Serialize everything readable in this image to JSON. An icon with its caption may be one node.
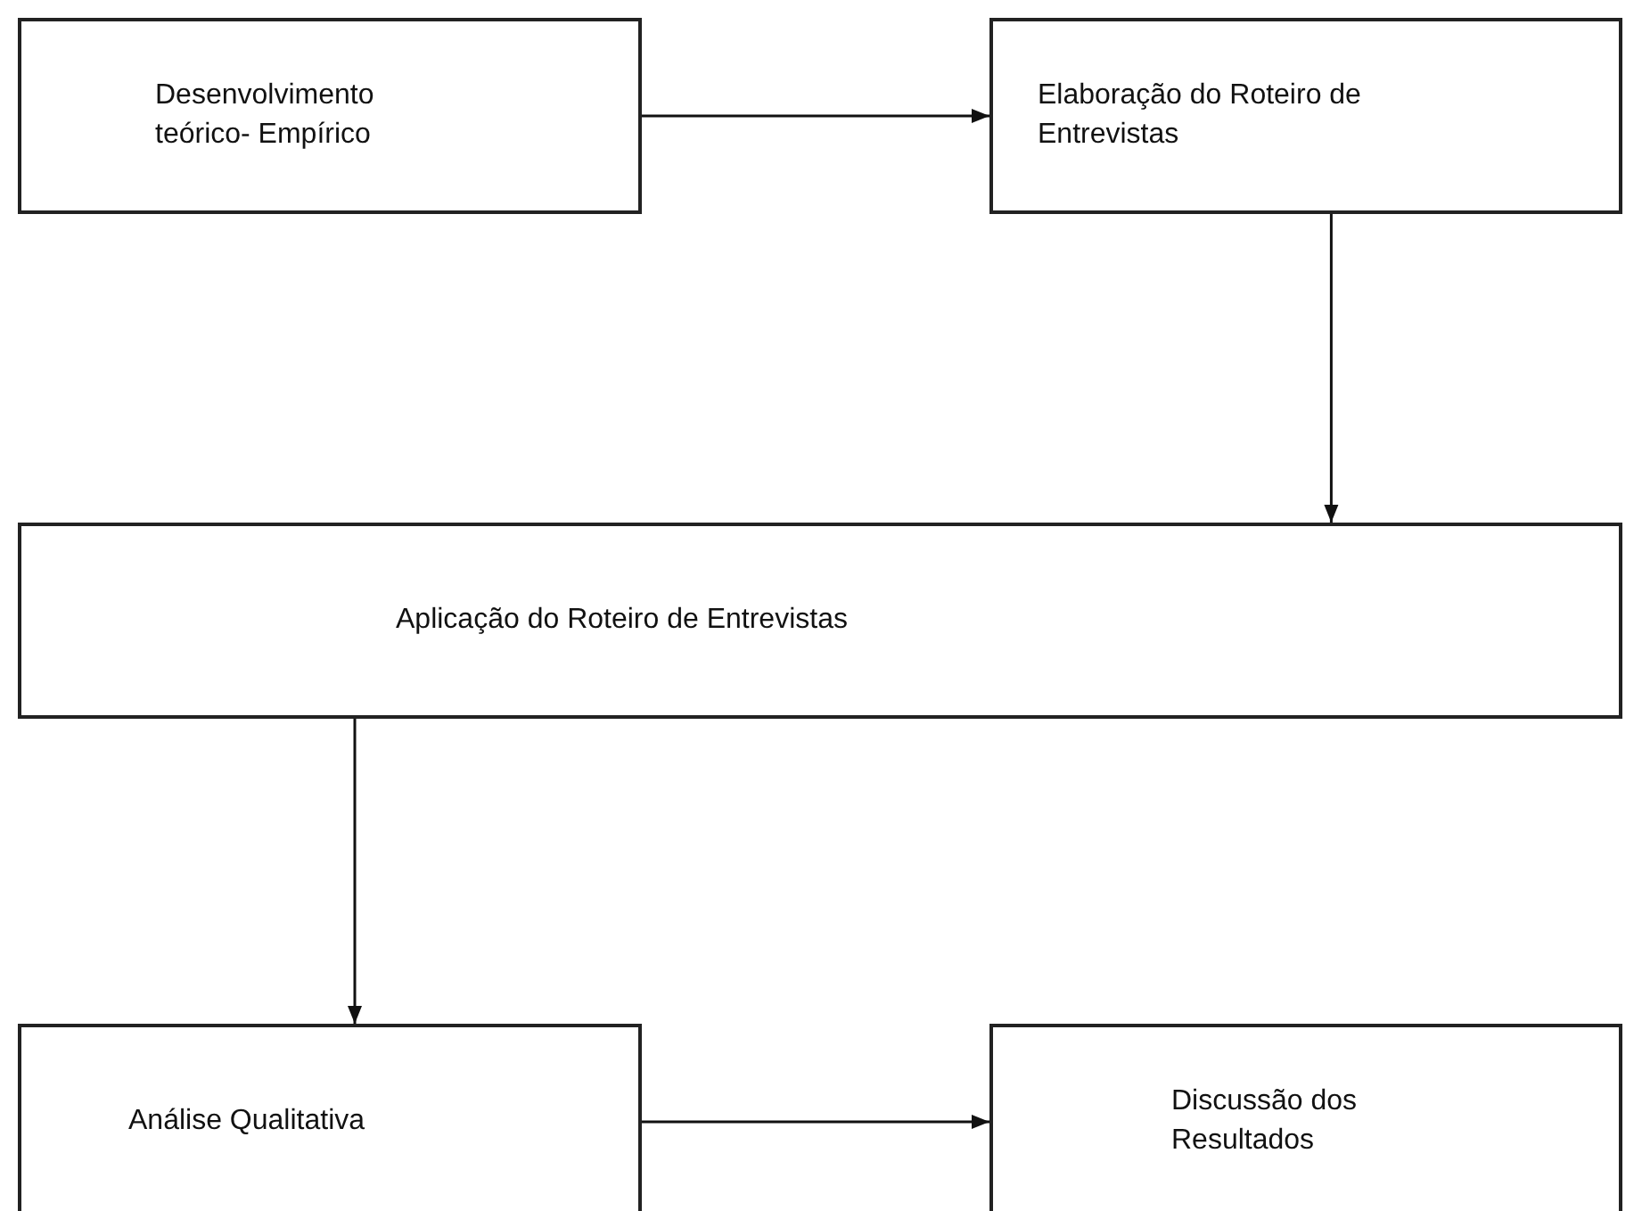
{
  "diagram": {
    "nodes": [
      {
        "text": [
          "Desenvolvimento teórico- Empírico"
        ]
      },
      {
        "text": [
          "Elaboração do Roteiro de Entrevistas"
        ]
      },
      {
        "text": [
          "Aplicação do Roteiro de Entrevistas"
        ]
      },
      {
        "text": [
          "Análise Qualitativa"
        ]
      },
      {
        "text": [
          "Discussão dos Resultados"
        ]
      }
    ],
    "edges": [
      {
        "from": 0,
        "to": 1,
        "arrow": "to"
      },
      {
        "from": 1,
        "to": 2,
        "arrow": "to"
      },
      {
        "from": 2,
        "to": 3,
        "arrow": "to"
      },
      {
        "from": 3,
        "to": 4,
        "arrow": "to"
      }
    ]
  }
}
